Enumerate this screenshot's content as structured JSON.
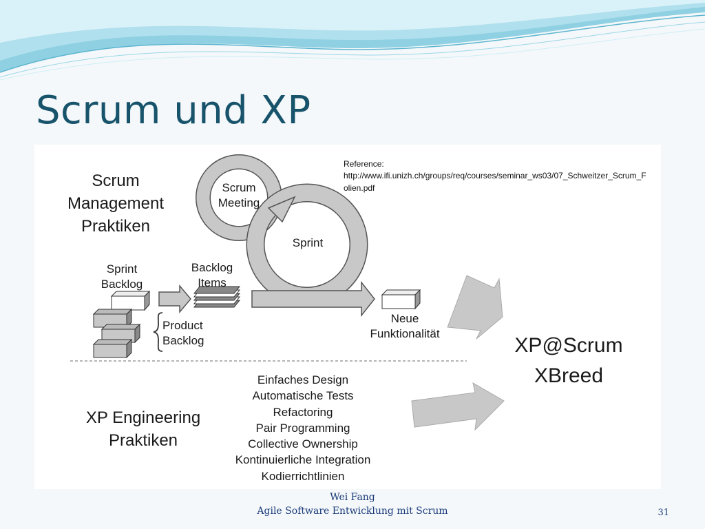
{
  "slide": {
    "title": "Scrum und XP",
    "footer_author": "Wei Fang",
    "footer_course": "Agile Software Entwicklung mit Scrum",
    "page_number": "31"
  },
  "diagram": {
    "reference_label": "Reference:",
    "reference_url": "http://www.ifi.unizh.ch/groups/req/courses/seminar_ws03/07_Schweitzer_Scrum_Folien.pdf",
    "scrum_heading": [
      "Scrum",
      "Management",
      "Praktiken"
    ],
    "sprint_backlog": [
      "Sprint",
      "Backlog"
    ],
    "backlog_items": [
      "Backlog",
      "Items"
    ],
    "product_backlog": [
      "Product",
      "Backlog"
    ],
    "scrum_meeting": [
      "Scrum",
      "Meeting"
    ],
    "sprint": "Sprint",
    "new_functionality": [
      "Neue",
      "Funktionalität"
    ],
    "result": [
      "XP@Scrum",
      "XBreed"
    ],
    "xp_heading": [
      "XP Engineering",
      "Praktiken"
    ],
    "xp_practices": [
      "Einfaches Design",
      "Automatische Tests",
      "Refactoring",
      "Pair Programming",
      "Collective Ownership",
      "Kontinuierliche Integration",
      "Kodierrichtlinien"
    ]
  },
  "colors": {
    "title": "#17536b",
    "footer": "#1b3b7a",
    "wave_dark": "#7cc8dc",
    "wave_light": "#c4e9f2",
    "arrow_fill": "#c8c8c8",
    "arrow_stroke": "#555555"
  }
}
